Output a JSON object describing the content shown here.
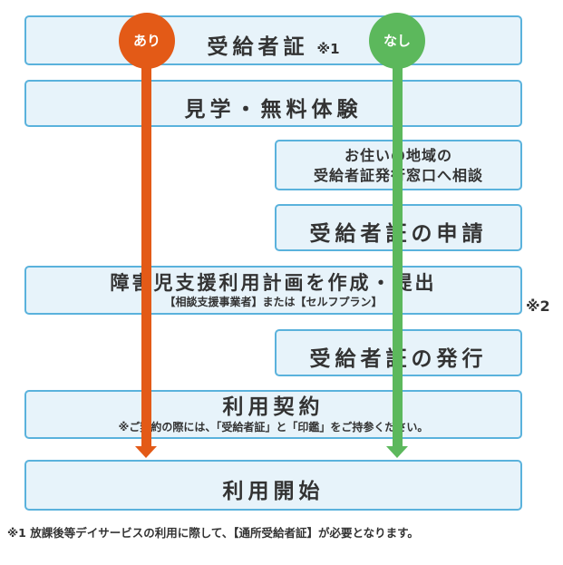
{
  "cert_row": {
    "title": "受給者証",
    "note_mark": "※1",
    "yes_label": "あり",
    "no_label": "なし"
  },
  "tour": {
    "title": "見学・無料体験"
  },
  "consult": {
    "line1": "お住いの地域の",
    "line2": "受給者証発行窓口へ相談"
  },
  "apply": {
    "title": "受給者証の申請"
  },
  "plan": {
    "title": "障害児支援利用計画を作成・提出",
    "subtitle": "【相談支援事業者】または【セルフプラン】",
    "side_note": "※2"
  },
  "issue": {
    "title": "受給者証の発行"
  },
  "contract": {
    "title": "利用契約",
    "note": "※ご契約の際には、「受給者証」と「印鑑」をご持参ください。"
  },
  "start": {
    "title": "利用開始"
  },
  "footnote": {
    "text": "※1  放課後等デイサービスの利用に際して、【通所受給者証】が必要となります。"
  },
  "colors": {
    "yes_path": "#e35a17",
    "no_path": "#5cb85c",
    "box_border": "#5ab2dc",
    "box_fill": "#e7f3fa"
  }
}
